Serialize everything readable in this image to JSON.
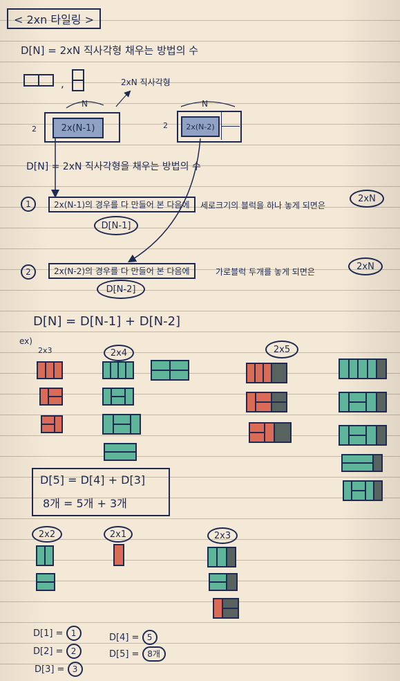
{
  "title": "< 2xn 타일링 >",
  "definition": "D[N] = 2xN 직사각형 채우는 방법의 수",
  "small_rect_label": "2xN 직사각형",
  "n_label": "N",
  "two_label": "2",
  "box_left_text": "2x(N-1)",
  "box_right_text": "2x(N-2)",
  "definition2": "D[N] = 2xN 직사각형을 채우는 방법의 수",
  "case1": {
    "num": "1",
    "boxed": "2x(N-1)의 경우를 다 만들어 본 다음에",
    "rest": "세로크기의 블럭을 하나 놓게 되면은",
    "oval": "2xN",
    "sub": "D[N-1]"
  },
  "case2": {
    "num": "2",
    "boxed": "2x(N-2)의 경우를 다 만들어 본 다음에",
    "rest": "가로블럭 두개를 놓게 되면은",
    "oval": "2xN",
    "sub": "D[N-2]"
  },
  "recurrence": "D[N] = D[N-1] + D[N-2]",
  "ex_label": "ex)",
  "labels_row1": [
    "2x3",
    "2x4",
    "2x5"
  ],
  "summary": {
    "line1": "D[5] = D[4] + D[3]",
    "line2": "8개  =  5개 + 3개"
  },
  "labels_row2": [
    "2x2",
    "2x1",
    "2x3"
  ],
  "values": [
    {
      "k": "D[1] =",
      "v": "1"
    },
    {
      "k": "D[2] =",
      "v": "2"
    },
    {
      "k": "D[3] =",
      "v": "3"
    },
    {
      "k": "D[4] =",
      "v": "5"
    },
    {
      "k": "D[5] =",
      "v": "8개"
    }
  ],
  "colors": {
    "ink": "#1e2a52",
    "red": "#d96b57",
    "green": "#5fb59a",
    "grey": "#58625f"
  }
}
